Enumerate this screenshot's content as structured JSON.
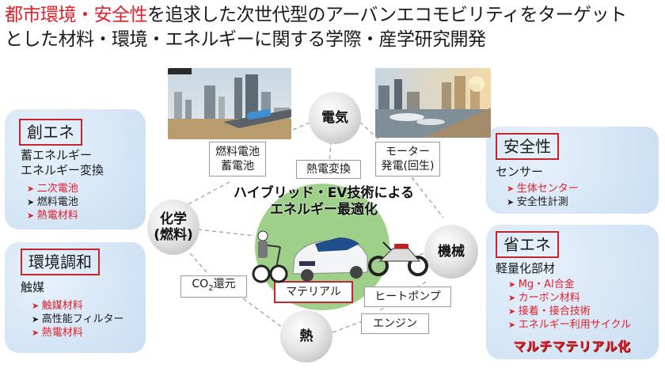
{
  "title": {
    "line1_highlight": "都市環境・安全性",
    "line1_rest": "を追求した次世代型のアーバンエコモビリティをターゲット",
    "line2": "とした材料・環境・エネルギーに関する学際・産学研究開発"
  },
  "colors": {
    "accent_red": "#e0202a",
    "panel_blue": "#d6e6f6",
    "green_circle": "#9fd08a",
    "box_red_border": "#c4262e"
  },
  "panels": {
    "energy_creation": {
      "heading": "創エネ",
      "sub1": "蓄エネルギー",
      "sub2": "エネルギー変換",
      "items": [
        {
          "label": "二次電池",
          "highlight": true
        },
        {
          "label": "燃料電池",
          "highlight": false
        },
        {
          "label": "熱電材料",
          "highlight": true
        }
      ]
    },
    "environment": {
      "heading": "環境調和",
      "sub1": "触媒",
      "items": [
        {
          "label": "触媒材料",
          "highlight": true
        },
        {
          "label": "高性能フィルター",
          "highlight": false
        },
        {
          "label": "熱電材料",
          "highlight": true
        }
      ]
    },
    "safety": {
      "heading": "安全性",
      "sub1": "センサー",
      "items": [
        {
          "label": "生体センター",
          "highlight": true
        },
        {
          "label": "安全性計測",
          "highlight": false
        }
      ]
    },
    "energy_saving": {
      "heading": "省エネ",
      "sub1": "軽量化部材",
      "items": [
        {
          "label": "Mg・Al合金",
          "highlight": true
        },
        {
          "label": "カーボン材料",
          "highlight": true
        },
        {
          "label": "接着・接合技術",
          "highlight": true
        },
        {
          "label": "エネルギー利用サイクル",
          "highlight": true
        }
      ],
      "emphasis": "マルチマテリアル化"
    }
  },
  "diagram": {
    "nodes": {
      "electricity": "電気",
      "chemistry_l1": "化学",
      "chemistry_l2": "(燃料)",
      "mechanical": "機械",
      "heat": "熱"
    },
    "labels": {
      "fuel_cell_l1": "燃料電池",
      "fuel_cell_l2": "蓄電池",
      "thermoelectric": "熱電変換",
      "motor_l1": "モーター",
      "motor_l2": "発電(回生)",
      "co2_prefix": "CO",
      "co2_sub": "2",
      "co2_suffix": "還元",
      "material": "マテリアル",
      "heat_pump": "ヒートポンプ",
      "engine": "エンジン"
    },
    "headline_l1": "ハイブリッド・EV技術による",
    "headline_l2": "エネルギー最適化"
  },
  "images": {
    "left_photo": "city-monorail-photo",
    "right_photo": "marina-city-photo",
    "vehicles": [
      "segway",
      "electric-car",
      "motorcycle"
    ]
  }
}
